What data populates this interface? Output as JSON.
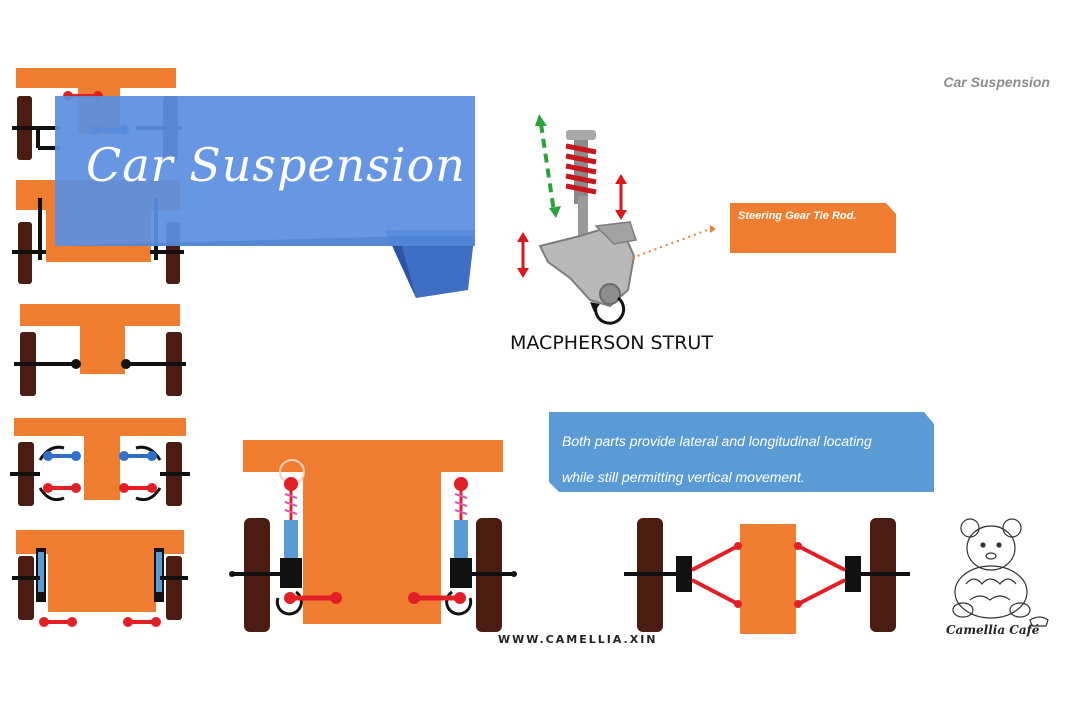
{
  "header": {
    "title": "Car Suspension"
  },
  "banner": {
    "title": "Car Suspension"
  },
  "strut": {
    "label": "MACPHERSON STRUT"
  },
  "callout": {
    "label": "Steering Gear Tie Rod."
  },
  "description": {
    "line1": "Both parts provide lateral and longitudinal locating",
    "line2": "while still permitting vertical movement."
  },
  "footer": {
    "website": "WWW.CAMELLIA.XIN"
  },
  "logo": {
    "text": "Camellia Café"
  },
  "colors": {
    "body_orange": "#ee7d2f",
    "ribbon_blue": "#5b8fe0",
    "box_blue": "#5b9bd5",
    "tire_brown": "#4a1c12",
    "link_red": "#e31f26",
    "link_blue": "#2f6fc7"
  }
}
